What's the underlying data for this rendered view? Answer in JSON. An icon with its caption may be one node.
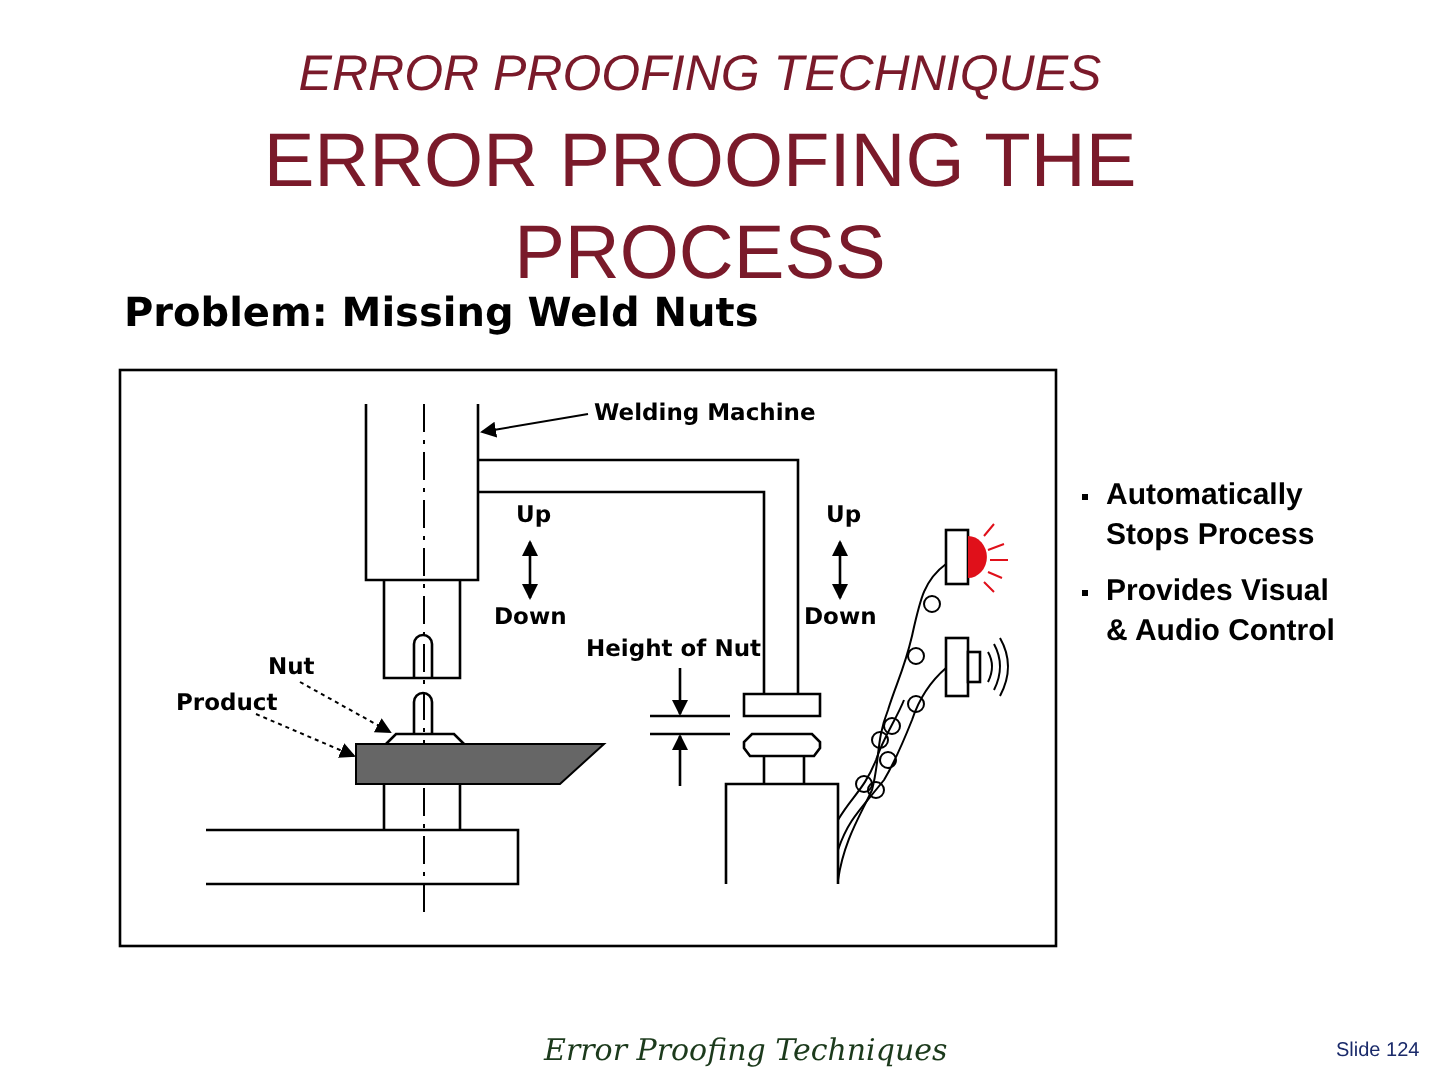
{
  "diagram": {
    "title": "ERROR PROOFING THE PROCESS",
    "nodes": [
      {
        "text": [
          "Welding Machine"
        ]
      },
      {
        "text": [],
        "shape": "box"
      },
      {
        "text": [
          "Nut"
        ]
      },
      {
        "text": [],
        "shape": "box"
      },
      {
        "text": [
          "Product"
        ]
      },
      {
        "text": [],
        "shape": "bar"
      }
    ],
    "edges": [
      {
        "from": 0,
        "to": 1,
        "arrow": "to"
      },
      {
        "from": 2,
        "to": 3,
        "arrow": "to",
        "style": "dashed"
      },
      {
        "from": 4,
        "to": 5,
        "arrow": "to",
        "style": "dashed"
      }
    ],
    "labels": [
      "ERROR PROOFING TECHNIQUES",
      "Problem:  Missing Weld Nuts",
      "Up",
      "Down",
      "Up",
      "Down",
      "Height of Nut",
      "Automatically Stops Process",
      "Provides Visual & Audio Control",
      "Error Proofing Techniques",
      "Slide  124"
    ]
  }
}
